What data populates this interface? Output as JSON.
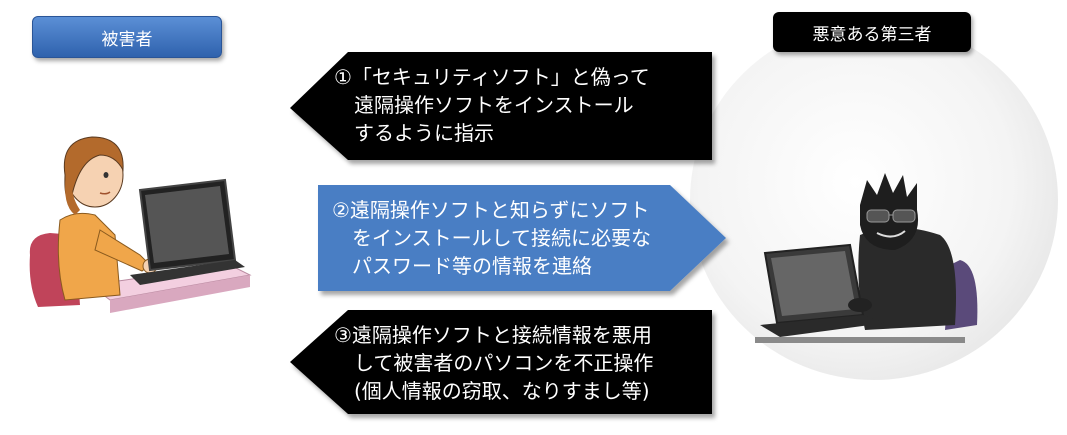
{
  "labels": {
    "victim": "被害者",
    "attacker": "悪意ある第三者"
  },
  "steps": [
    {
      "text": "①「セキュリティソフト」と偽って\n　遠隔操作ソフトをインストール\n　するように指示",
      "direction": "left",
      "color": "#000000"
    },
    {
      "text": "②遠隔操作ソフトと知らずにソフト\n　をインストールして接続に必要な\n　パスワード等の情報を連絡",
      "direction": "right",
      "color": "#4a7ec4"
    },
    {
      "text": "③遠隔操作ソフトと接続情報を悪用\n　して被害者のパソコンを不正操作\n　(個人情報の窃取、なりすまし等)",
      "direction": "left",
      "color": "#000000"
    }
  ],
  "colors": {
    "victim_label_bg": "#3f74c0",
    "attacker_label_bg": "#000000",
    "arrow_dark": "#000000",
    "arrow_blue": "#4a7ec4"
  },
  "icons": {
    "victim": "woman-at-laptop-icon",
    "attacker": "hacker-at-laptop-icon"
  }
}
